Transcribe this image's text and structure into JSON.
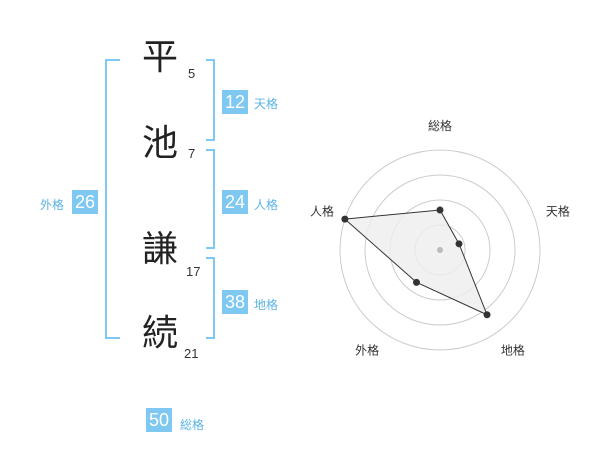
{
  "name_chars": [
    {
      "char": "平",
      "strokes": "5"
    },
    {
      "char": "池",
      "strokes": "7"
    },
    {
      "char": "謙",
      "strokes": "17"
    },
    {
      "char": "続",
      "strokes": "21"
    }
  ],
  "scores": {
    "tenkaku": {
      "value": "12",
      "label": "天格"
    },
    "jinkaku": {
      "value": "24",
      "label": "人格"
    },
    "chikaku": {
      "value": "38",
      "label": "地格"
    },
    "gaikaku": {
      "value": "26",
      "label": "外格"
    },
    "soukaku": {
      "value": "50",
      "label": "総格"
    }
  },
  "colors": {
    "accent": "#7ec8f2",
    "bracket": "#7ec8f2",
    "label": "#5bb3e6",
    "grid": "#cccccc",
    "polygon_fill": "#eeeeee",
    "polygon_stroke": "#333333"
  },
  "chart_data": {
    "type": "radar",
    "axes": [
      "総格",
      "天格",
      "地格",
      "外格",
      "人格"
    ],
    "values": [
      2,
      1,
      4,
      2,
      5
    ],
    "max": 5,
    "rings": 4,
    "grid": true
  }
}
